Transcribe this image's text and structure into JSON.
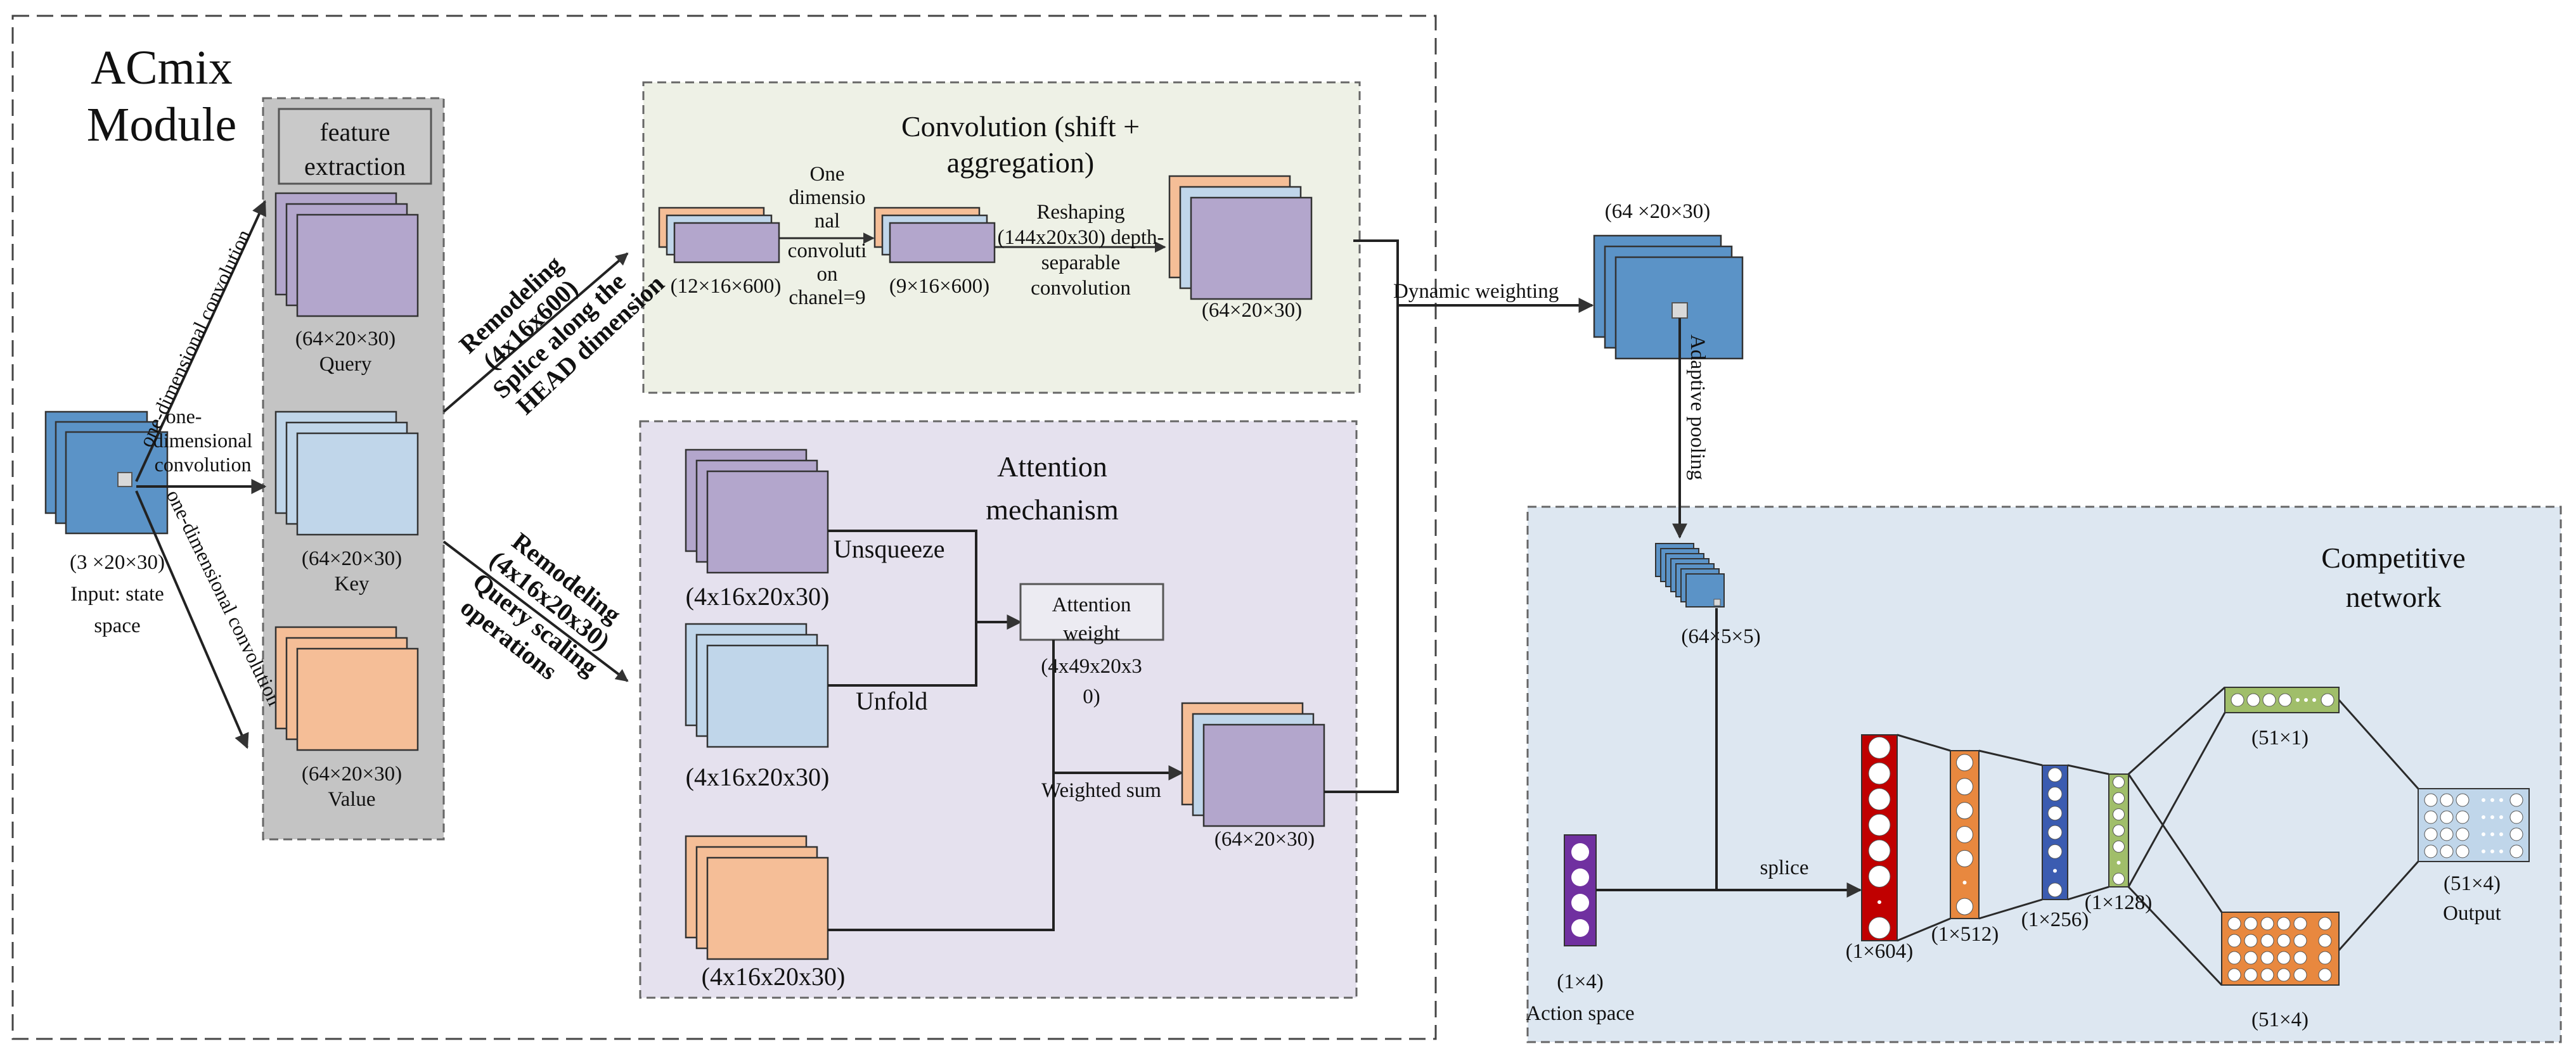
{
  "acmix": {
    "title_line1": "ACmix",
    "title_line2": "Module"
  },
  "input": {
    "dims": "(3 ×20×30)",
    "label_line1": "Input: state",
    "label_line2": "space"
  },
  "feature": {
    "title_line1": "feature",
    "title_line2": "extraction",
    "query_dims": "(64×20×30)",
    "query_label": "Query",
    "key_dims": "(64×20×30)",
    "key_label": "Key",
    "value_dims": "(64×20×30)",
    "value_label": "Value"
  },
  "branches": {
    "top": "one-dimensional convolution",
    "mid_line1": "one-",
    "mid_line2": "dimensional",
    "mid_line3": "convolution",
    "bottom": "one-dimensional convolution"
  },
  "remodel_conv": {
    "line1": "Remodeling",
    "line2": "(4x16x600)",
    "line3": "Splice along the",
    "line4": "HEAD dimension"
  },
  "remodel_attn": {
    "line1": "Remodeling",
    "line2": "(4x16x20x30)",
    "line3": "Query scaling",
    "line4": "operations"
  },
  "convolution": {
    "title_line1": "Convolution (shift +",
    "title_line2": "aggregation)",
    "in_dims": "(12×16×600)",
    "step1_lines": [
      "One",
      "dimensio",
      "nal",
      "convoluti",
      "on",
      "chanel=9"
    ],
    "mid_dims": "(9×16×600)",
    "step2_lines": [
      "Reshaping",
      "(144x20x30) depth-",
      "separable",
      "convolution"
    ],
    "out_dims": "(64×20×30)"
  },
  "attention": {
    "title_line1": "Attention",
    "title_line2": "mechanism",
    "q_dims": "(4x16x20x30)",
    "k_dims": "(4x16x20x30)",
    "v_dims": "(4x16x20x30)",
    "unsqueeze": "Unsqueeze",
    "unfold": "Unfold",
    "weight_line1": "Attention",
    "weight_line2": "weight",
    "weight_dims_line1": "(4x49x20x3",
    "weight_dims_line2": "0)",
    "weighted_sum": "Weighted sum",
    "out_dims": "(64×20×30)"
  },
  "fusion": {
    "dims": "(64 ×20×30)",
    "dynamic": "Dynamic weighting",
    "pooling": "Adaptive pooling"
  },
  "competitive": {
    "title_line1": "Competitive",
    "title_line2": "network",
    "pooled_dims": "(64×5×5)",
    "action_dims": "(1×4)",
    "action_label": "Action space",
    "splice": "splice",
    "l604": "(1×604)",
    "l512": "(1×512)",
    "l256": "(1×256)",
    "l128": "(1×128)",
    "v51x1": "(51×1)",
    "a51x4": "(51×4)",
    "out_dims": "(51×4)",
    "out_label": "Output"
  },
  "colors": {
    "purple": "#b3a6cc",
    "light_blue": "#c0d6ea",
    "orange": "#f5be97",
    "blue": "#5b93c7",
    "conv_panel": "#eef1e6",
    "attn_panel": "#e5e1ee",
    "comp_panel": "#dde7f1",
    "feature_bar": "#c4c4c4",
    "red": "#c00000",
    "dark_orange": "#e8883f",
    "dark_blue": "#3b5cb1",
    "green": "#a0be6a",
    "action_purple": "#7030a0"
  }
}
